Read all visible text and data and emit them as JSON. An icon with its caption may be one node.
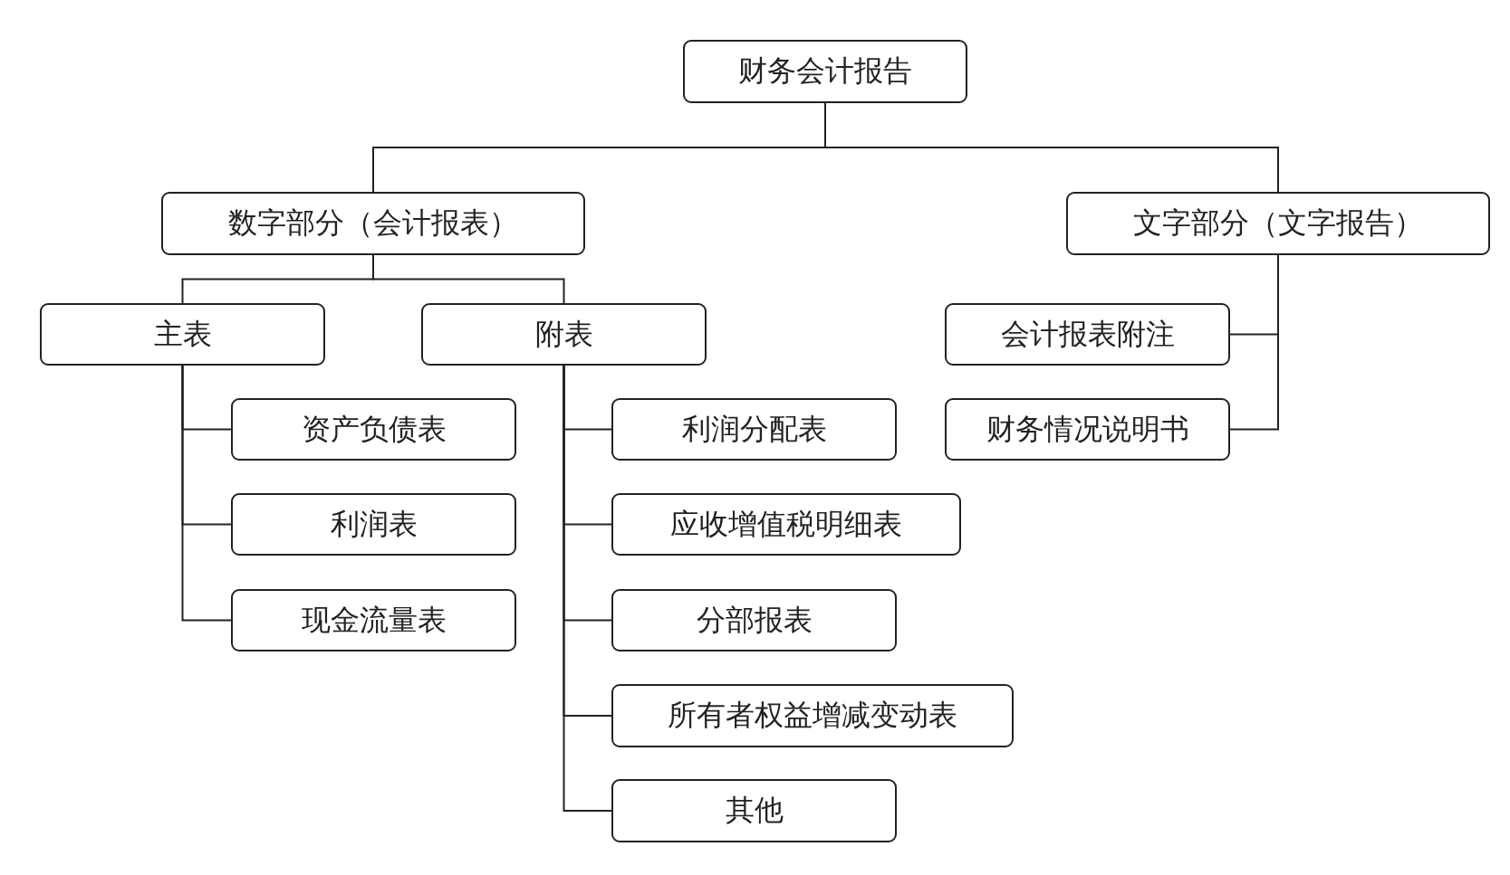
{
  "diagram": {
    "nodes": [
      {
        "text": [
          "财务会计报告"
        ]
      },
      {
        "text": [
          "数字部分（会计报表）"
        ]
      },
      {
        "text": [
          "文字部分（文字报告）"
        ]
      },
      {
        "text": [
          "主表"
        ]
      },
      {
        "text": [
          "附表"
        ]
      },
      {
        "text": [
          "资产负债表"
        ]
      },
      {
        "text": [
          "利润表"
        ]
      },
      {
        "text": [
          "现金流量表"
        ]
      },
      {
        "text": [
          "利润分配表"
        ]
      },
      {
        "text": [
          "应收增值税明细表"
        ]
      },
      {
        "text": [
          "分部报表"
        ]
      },
      {
        "text": [
          "所有者权益增减变动表"
        ]
      },
      {
        "text": [
          "其他"
        ]
      },
      {
        "text": [
          "会计报表附注"
        ]
      },
      {
        "text": [
          "财务情况说明书"
        ]
      }
    ],
    "edges": [
      {
        "from": 0,
        "to": 1,
        "arrow": "none"
      },
      {
        "from": 0,
        "to": 2,
        "arrow": "none"
      },
      {
        "from": 1,
        "to": 3,
        "arrow": "none"
      },
      {
        "from": 1,
        "to": 4,
        "arrow": "none"
      },
      {
        "from": 3,
        "to": 5,
        "arrow": "none"
      },
      {
        "from": 3,
        "to": 6,
        "arrow": "none"
      },
      {
        "from": 3,
        "to": 7,
        "arrow": "none"
      },
      {
        "from": 4,
        "to": 8,
        "arrow": "none"
      },
      {
        "from": 4,
        "to": 9,
        "arrow": "none"
      },
      {
        "from": 4,
        "to": 10,
        "arrow": "none"
      },
      {
        "from": 4,
        "to": 11,
        "arrow": "none"
      },
      {
        "from": 4,
        "to": 12,
        "arrow": "none"
      },
      {
        "from": 2,
        "to": 13,
        "arrow": "none"
      },
      {
        "from": 2,
        "to": 14,
        "arrow": "none"
      }
    ]
  }
}
